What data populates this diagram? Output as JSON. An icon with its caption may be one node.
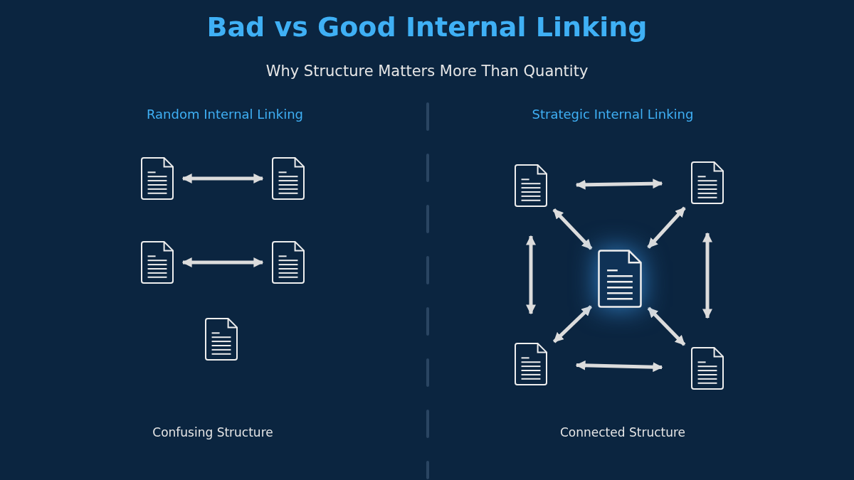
{
  "diagram": {
    "title": "Bad vs Good Internal Linking",
    "nodes": [
      {
        "text": [],
        "shape": "document"
      },
      {
        "text": [],
        "shape": "document"
      },
      {
        "text": [],
        "shape": "document"
      },
      {
        "text": [],
        "shape": "document"
      },
      {
        "text": [],
        "shape": "document"
      },
      {
        "text": [],
        "shape": "document"
      },
      {
        "text": [],
        "shape": "document"
      },
      {
        "text": [],
        "shape": "document"
      },
      {
        "text": [],
        "shape": "document"
      },
      {
        "text": [],
        "shape": "document"
      }
    ],
    "edges": [
      {
        "from": 0,
        "to": 1,
        "arrow": "both"
      },
      {
        "from": 2,
        "to": 3,
        "arrow": "both"
      },
      {
        "from": 5,
        "to": 6,
        "arrow": "both"
      },
      {
        "from": 5,
        "to": 7,
        "arrow": "both"
      },
      {
        "from": 6,
        "to": 7,
        "arrow": "both"
      },
      {
        "from": 5,
        "to": 8,
        "arrow": "both"
      },
      {
        "from": 6,
        "to": 9,
        "arrow": "both"
      },
      {
        "from": 7,
        "to": 8,
        "arrow": "both"
      },
      {
        "from": 7,
        "to": 9,
        "arrow": "both"
      },
      {
        "from": 8,
        "to": 9,
        "arrow": "both"
      }
    ],
    "labels": [
      "Why Structure Matters More Than Quantity",
      "Random Internal Linking",
      "Strategic Internal Linking",
      "Confusing Structure",
      "Connected Structure"
    ]
  }
}
